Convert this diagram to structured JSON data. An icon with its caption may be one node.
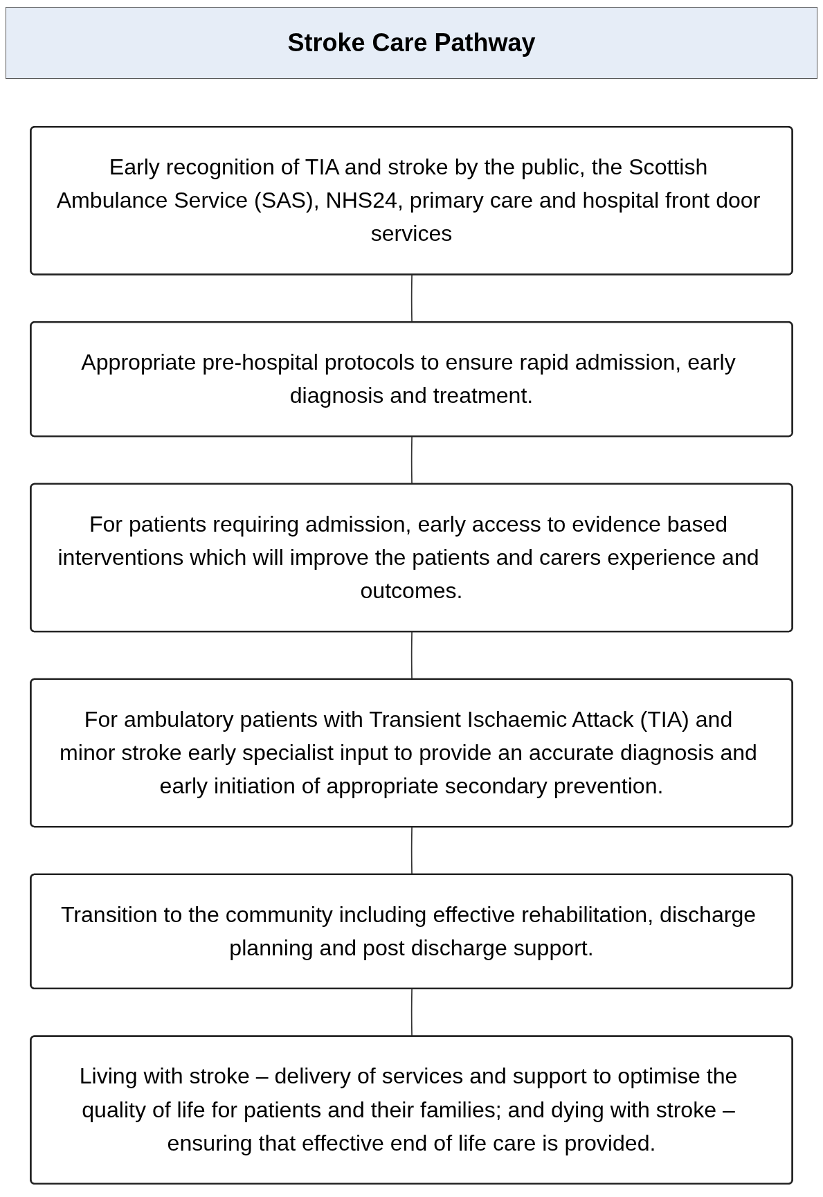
{
  "diagram": {
    "title": "Stroke Care Pathway",
    "nodes": [
      {
        "text": [
          "Early recognition of TIA and stroke by the public, the Scottish Ambulance Service (SAS), NHS24, primary care and hospital front door services"
        ]
      },
      {
        "text": [
          "Appropriate pre-hospital protocols to ensure rapid admission, early diagnosis and treatment."
        ]
      },
      {
        "text": [
          "For patients requiring admission, early access to evidence based interventions which will improve the patients and carers experience and outcomes."
        ]
      },
      {
        "text": [
          "For ambulatory patients with Transient Ischaemic Attack (TIA) and minor stroke early specialist input to provide an accurate diagnosis and early initiation of appropriate secondary prevention."
        ]
      },
      {
        "text": [
          "Transition to the community including effective rehabilitation, discharge planning and post discharge support."
        ]
      },
      {
        "text": [
          "Living with stroke – delivery of services and support to optimise the quality of life for patients and their families; and dying with stroke – ensuring that effective end of life care is provided."
        ]
      }
    ],
    "edges": [
      {
        "from": 0,
        "to": 1,
        "arrow": "none"
      },
      {
        "from": 1,
        "to": 2,
        "arrow": "none"
      },
      {
        "from": 2,
        "to": 3,
        "arrow": "none"
      },
      {
        "from": 3,
        "to": 4,
        "arrow": "none"
      },
      {
        "from": 4,
        "to": 5,
        "arrow": "none"
      }
    ]
  }
}
